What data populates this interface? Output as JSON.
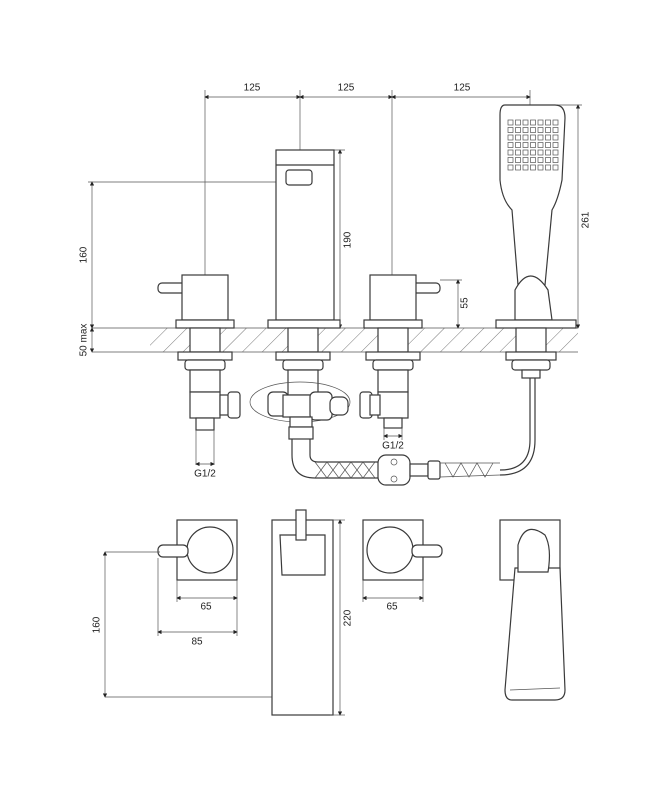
{
  "dimensions": {
    "top_spacing": [
      "125",
      "125",
      "125"
    ],
    "valve_height": "160",
    "spout_height": "190",
    "handshower_height": "261",
    "lever_height": "55",
    "deck_thickness": "50 max",
    "thread_left": "G1/2",
    "thread_right": "G1/2",
    "front_left_width": "65",
    "front_left_total": "85",
    "front_left_height": "160",
    "front_spout_height": "220",
    "front_right_width": "65"
  }
}
